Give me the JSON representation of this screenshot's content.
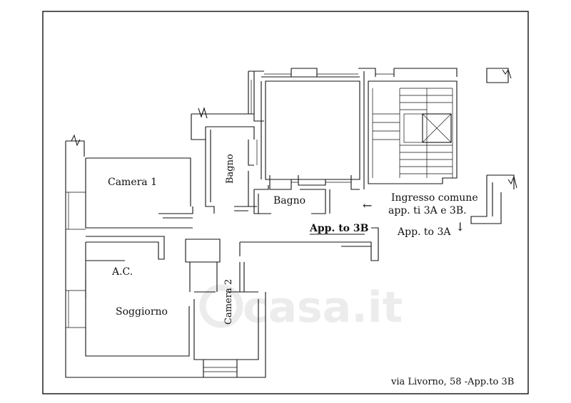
{
  "rooms": {
    "camera1": "Camera 1",
    "bagno_vertical": "Bagno",
    "bagno": "Bagno",
    "ac": "A.C.",
    "soggiorno": "Soggiorno",
    "camera2": "Camera 2"
  },
  "annotations": {
    "ingresso_line1": "Ingresso comune",
    "ingresso_line2": "app. ti 3A e 3B.",
    "app3a": "App. to 3A",
    "app3b": "App. to 3B",
    "address": "via Livorno, 58 -App.to 3B",
    "arrow_left": "←",
    "arrow_down": "↓"
  },
  "watermark": {
    "text": "casa.it",
    "color": "#ececec"
  },
  "colors": {
    "ink": "#111111",
    "background": "#ffffff"
  }
}
